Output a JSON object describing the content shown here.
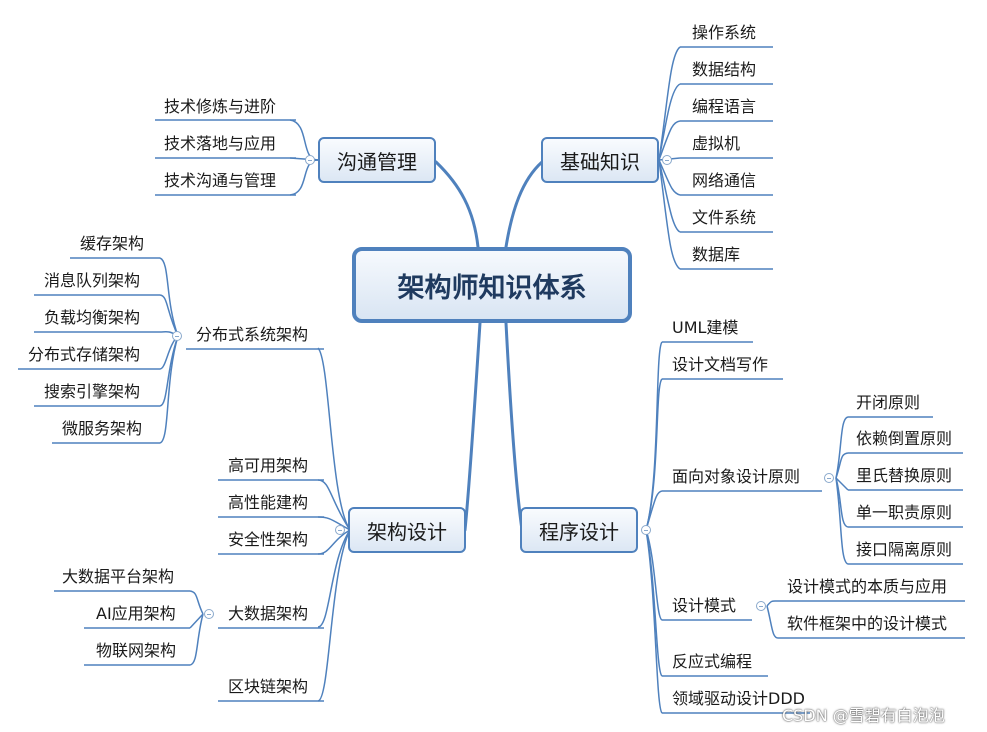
{
  "central": "架构师知识体系",
  "branches": {
    "communication": {
      "label": "沟通管理",
      "children": [
        "技术修炼与进阶",
        "技术落地与应用",
        "技术沟通与管理"
      ]
    },
    "fundamentals": {
      "label": "基础知识",
      "children": [
        "操作系统",
        "数据结构",
        "编程语言",
        "虚拟机",
        "网络通信",
        "文件系统",
        "数据库"
      ]
    },
    "architecture": {
      "label": "架构设计",
      "distributed": {
        "label": "分布式系统架构",
        "children": [
          "缓存架构",
          "消息队列架构",
          "负载均衡架构",
          "分布式存储架构",
          "搜索引擎架构",
          "微服务架构"
        ]
      },
      "high_availability": "高可用架构",
      "high_performance": "高性能建构",
      "security": "安全性架构",
      "bigdata": {
        "label": "大数据架构",
        "children": [
          "大数据平台架构",
          "AI应用架构",
          "物联网架构"
        ]
      },
      "blockchain": "区块链架构"
    },
    "programming": {
      "label": "程序设计",
      "uml": "UML建模",
      "docs": "设计文档写作",
      "oop": {
        "label": "面向对象设计原则",
        "children": [
          "开闭原则",
          "依赖倒置原则",
          "里氏替换原则",
          "单一职责原则",
          "接口隔离原则"
        ]
      },
      "patterns": {
        "label": "设计模式",
        "children": [
          "设计模式的本质与应用",
          "软件框架中的设计模式"
        ]
      },
      "reactive": "反应式编程",
      "ddd": "领域驱动设计DDD"
    }
  },
  "watermark": "CSDN @雪碧有白泡泡",
  "colors": {
    "line": "#4f81bd",
    "underline": "#4f81bd",
    "box_border": "#4f81bd"
  }
}
